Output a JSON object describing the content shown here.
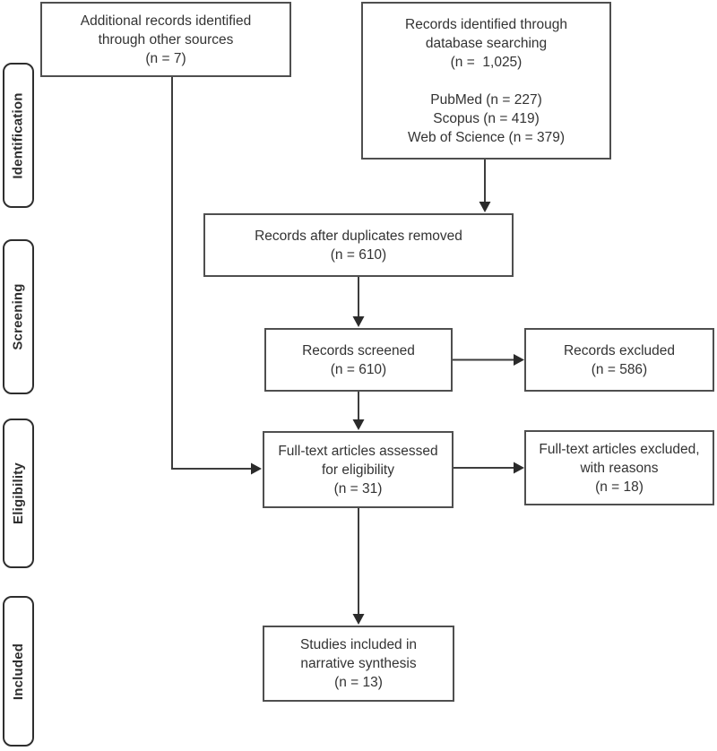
{
  "stages": [
    {
      "label": "Identification"
    },
    {
      "label": "Screening"
    },
    {
      "label": "Eligibility"
    },
    {
      "label": "Included"
    }
  ],
  "nodes": {
    "other_sources": {
      "line1": "Additional records identified",
      "line2": "through other sources",
      "line3": "(n = 7)"
    },
    "database": {
      "line1": "Records identified through",
      "line2": "database searching",
      "line3": "(n =  1,025)",
      "line4": "",
      "line5": "PubMed (n = 227)",
      "line6": "Scopus (n = 419)",
      "line7": "Web of Science (n = 379)"
    },
    "duplicates": {
      "line1": "Records after duplicates removed",
      "line2": "(n = 610)"
    },
    "screened": {
      "line1": "Records screened",
      "line2": "(n = 610)"
    },
    "excluded": {
      "line1": "Records excluded",
      "line2": "(n = 586)"
    },
    "fulltext": {
      "line1": "Full-text articles assessed",
      "line2": "for eligibility",
      "line3": "(n = 31)"
    },
    "fulltext_excluded": {
      "line1": "Full-text articles excluded,",
      "line2": "with reasons",
      "line3": "(n = 18)"
    },
    "included": {
      "line1": "Studies included in",
      "line2": "narrative synthesis",
      "line3": "(n = 13)"
    }
  },
  "edges": [
    {
      "from": "database",
      "to": "duplicates"
    },
    {
      "from": "duplicates",
      "to": "screened"
    },
    {
      "from": "screened",
      "to": "excluded"
    },
    {
      "from": "screened",
      "to": "fulltext"
    },
    {
      "from": "other_sources",
      "to": "fulltext"
    },
    {
      "from": "fulltext",
      "to": "fulltext_excluded"
    },
    {
      "from": "fulltext",
      "to": "included"
    }
  ],
  "colors": {
    "box_border": "#4f4f4f",
    "stage_border": "#2e2e2e",
    "text": "#333333",
    "arrow": "#3d3d3d",
    "background": "#ffffff"
  }
}
